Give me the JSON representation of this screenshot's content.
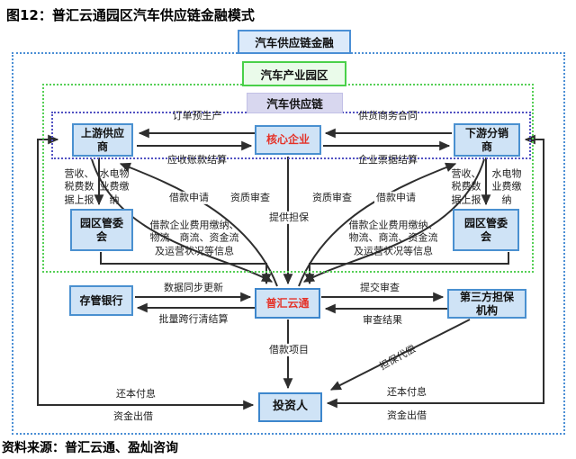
{
  "title": "图12：普汇云通园区汽车供应链金融模式",
  "source": "资料来源：普汇云通、盈灿咨询",
  "containers": {
    "finance": "汽车供应链金融",
    "park": "汽车产业园区",
    "chain": "汽车供应链"
  },
  "nodes": {
    "upstream": "上游供应\n商",
    "core": "核心企业",
    "downstream": "下游分销\n商",
    "park_committee_left": "园区管委\n会",
    "park_committee_right": "园区管委\n会",
    "bank": "存管银行",
    "puhui": "普汇云通",
    "guarantor": "第三方担保\n机构",
    "investor": "投资人"
  },
  "edges": {
    "order_preproduction": "订单预生产",
    "receivable_settlement": "应收账款结算",
    "supply_contract": "供货商务合同",
    "bill_settlement": "企业票据结算",
    "revenue_report_left": "营收、\n税费数\n据上报",
    "utility_fee_left": "水电物\n业费缴\n纳",
    "revenue_report_right": "营收、\n税费数\n据上报",
    "utility_fee_right": "水电物\n业费缴\n纳",
    "loan_apply_left": "借款申请",
    "qualification_left": "资质审查",
    "provide_guarantee": "提供担保",
    "qualification_right": "资质审查",
    "loan_apply_right": "借款申请",
    "info_left": "借款企业费用缴纳、\n物流、商流、资金流\n及运营状况等信息",
    "info_right": "借款企业费用缴纳、\n物流、商流、资金流\n及运营状况等信息",
    "data_sync": "数据同步更新",
    "batch_clearing": "批量跨行清结算",
    "submit_review": "提交审查",
    "review_result": "审查结果",
    "loan_project": "借款项目",
    "guarantee_compensation": "担保代偿",
    "repay_left": "还本付息",
    "lend_left": "资金出借",
    "repay_right": "还本付息",
    "lend_right": "资金出借"
  },
  "colors": {
    "box_fill": "#cfe3f6",
    "box_border": "#4a90d0",
    "red_text": "#e53228",
    "outer_dash": "#4b8fd5",
    "green_dash": "#55cf55",
    "inner_dash": "#5252c2",
    "line": "#2e2e2e"
  }
}
